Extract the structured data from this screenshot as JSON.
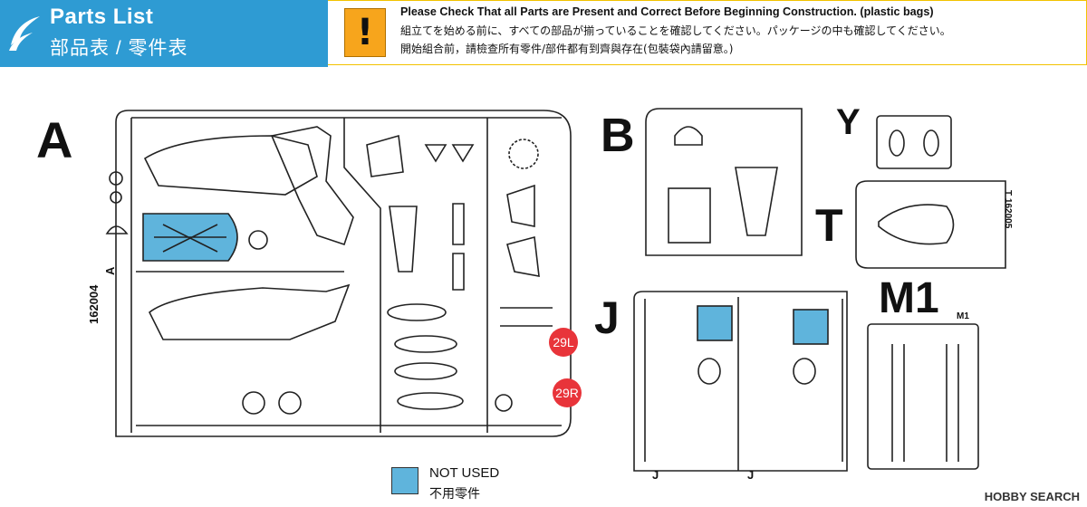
{
  "header": {
    "title_en": "Parts List",
    "title_cn": "部品表 / 零件表",
    "notice_en": "Please Check That all Parts are Present and Correct Before Beginning Construction. (plastic bags)",
    "notice_jp": "組立てを始める前に、すべての部品が揃っていることを確認してください。パッケージの中も確認してください。",
    "notice_cn": "開始組合前，請檢查所有零件/部件都有到齊與存在(包裝袋內請留意。)"
  },
  "sprues": {
    "A": "A",
    "B": "B",
    "Y": "Y",
    "T": "T",
    "J": "J",
    "M1": "M1"
  },
  "sprue_codes": {
    "A": "162004",
    "A_letter": "A",
    "T": "T 162005",
    "J1": "J",
    "J2": "J",
    "M1": "M1"
  },
  "callouts": {
    "left": "29L",
    "right": "29R"
  },
  "legend": {
    "en": "NOT USED",
    "cn": "不用零件",
    "color": "#5fb4dc"
  },
  "watermark": "HOBBY SEARCH",
  "colors": {
    "header_blue": "#2e9bd3",
    "warning_orange": "#f7a51c",
    "not_used_blue": "#5fb4dc",
    "callout_red": "#e8343a"
  }
}
